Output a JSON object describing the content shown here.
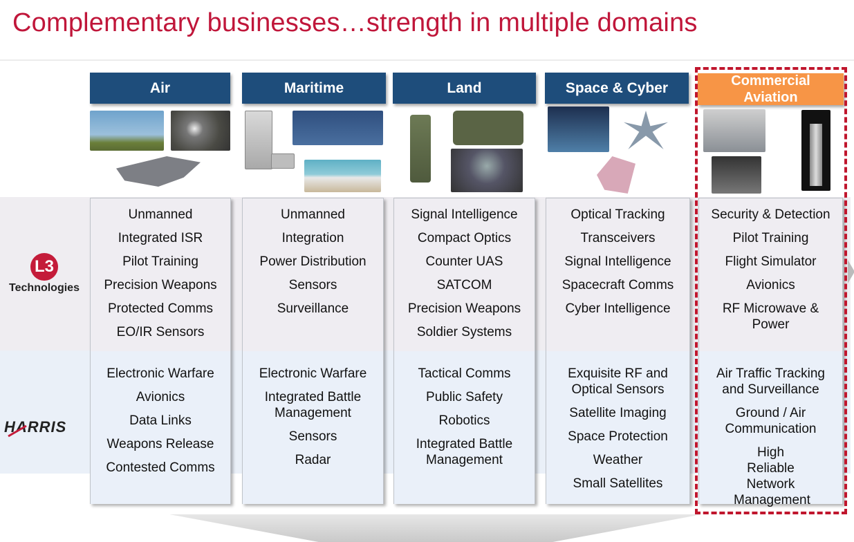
{
  "title": "Complementary businesses…strength in multiple domains",
  "companies": {
    "l3": {
      "logo_mark": "L3",
      "name": "Technologies"
    },
    "harris": {
      "name": "HARRIS"
    }
  },
  "columns": [
    {
      "header": "Air",
      "l3": [
        "Unmanned",
        "Integrated ISR",
        "Pilot Training",
        "Precision Weapons",
        "Protected Comms",
        "EO/IR Sensors"
      ],
      "harris": [
        "Electronic Warfare",
        "Avionics",
        "Data Links",
        "Weapons Release",
        "Contested Comms"
      ]
    },
    {
      "header": "Maritime",
      "l3": [
        "Unmanned",
        "Integration",
        "Power Distribution",
        "Sensors",
        "Surveillance"
      ],
      "harris": [
        "Electronic Warfare",
        "Integrated Battle Management",
        "Sensors",
        "Radar"
      ]
    },
    {
      "header": "Land",
      "l3": [
        "Signal Intelligence",
        "Compact Optics",
        "Counter UAS",
        "SATCOM",
        "Precision Weapons",
        "Soldier Systems"
      ],
      "harris": [
        "Tactical Comms",
        "Public Safety",
        "Robotics",
        "Integrated Battle Management"
      ]
    },
    {
      "header": "Space & Cyber",
      "l3": [
        "Optical Tracking",
        "Transceivers",
        "Signal Intelligence",
        "Spacecraft Comms",
        "Cyber Intelligence"
      ],
      "harris": [
        "Exquisite RF and Optical Sensors",
        "Satellite Imaging",
        "Space Protection",
        "Weather",
        "Small Satellites"
      ]
    },
    {
      "header": "Commercial Aviation",
      "highlighted": true,
      "l3": [
        "Security & Detection",
        "Pilot Training",
        "Flight Simulator",
        "Avionics",
        "RF Microwave & Power"
      ],
      "harris": [
        "Air Traffic Tracking and Surveillance",
        "Ground / Air Communication",
        "High Reliable Network Management"
      ]
    }
  ],
  "colors": {
    "title": "#c0163a",
    "header_blue": "#1e4d7b",
    "header_orange": "#f79546",
    "highlight_dash": "#c0162d"
  }
}
